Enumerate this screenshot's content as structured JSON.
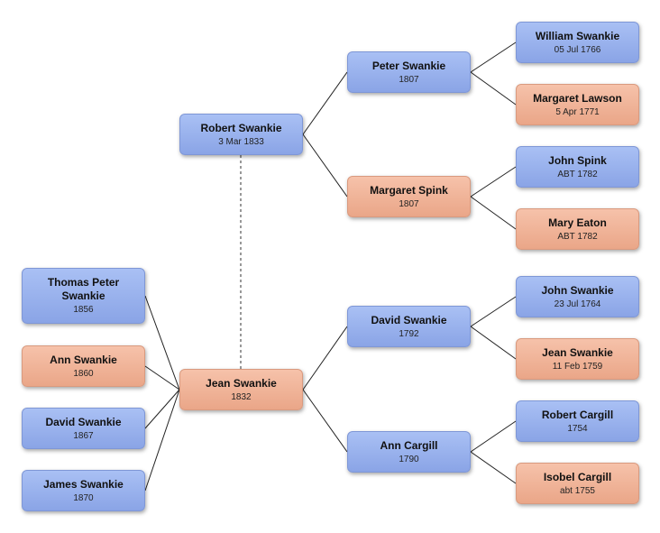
{
  "people": {
    "robert": {
      "name": "Robert Swankie",
      "date": "3 Mar 1833"
    },
    "jean": {
      "name": "Jean Swankie",
      "date": "1832"
    },
    "peter": {
      "name": "Peter Swankie",
      "date": "1807"
    },
    "margs": {
      "name": "Margaret Spink",
      "date": "1807"
    },
    "davidp": {
      "name": "David Swankie",
      "date": "1792"
    },
    "ann": {
      "name": "Ann Cargill",
      "date": "1790"
    },
    "william": {
      "name": "William Swankie",
      "date": "05 Jul 1766"
    },
    "mlawson": {
      "name": "Margaret Lawson",
      "date": "5 Apr 1771"
    },
    "jspink": {
      "name": "John Spink",
      "date": "ABT 1782"
    },
    "meaton": {
      "name": "Mary Eaton",
      "date": "ABT 1782"
    },
    "jswankie": {
      "name": "John Swankie",
      "date": "23 Jul 1764"
    },
    "jeans": {
      "name": "Jean Swankie",
      "date": "11 Feb 1759"
    },
    "rcargill": {
      "name": "Robert Cargill",
      "date": "1754"
    },
    "icargill": {
      "name": "Isobel Cargill",
      "date": "abt 1755"
    },
    "thomas": {
      "name": "Thomas Peter Swankie",
      "date": "1856"
    },
    "anns": {
      "name": "Ann Swankie",
      "date": "1860"
    },
    "davids": {
      "name": "David Swankie",
      "date": "1867"
    },
    "james": {
      "name": "James Swankie",
      "date": "1870"
    }
  },
  "colors": {
    "male": "#9bb3ee",
    "female": "#f0b49a",
    "line": "#222222",
    "spouse_line": "#555555"
  }
}
